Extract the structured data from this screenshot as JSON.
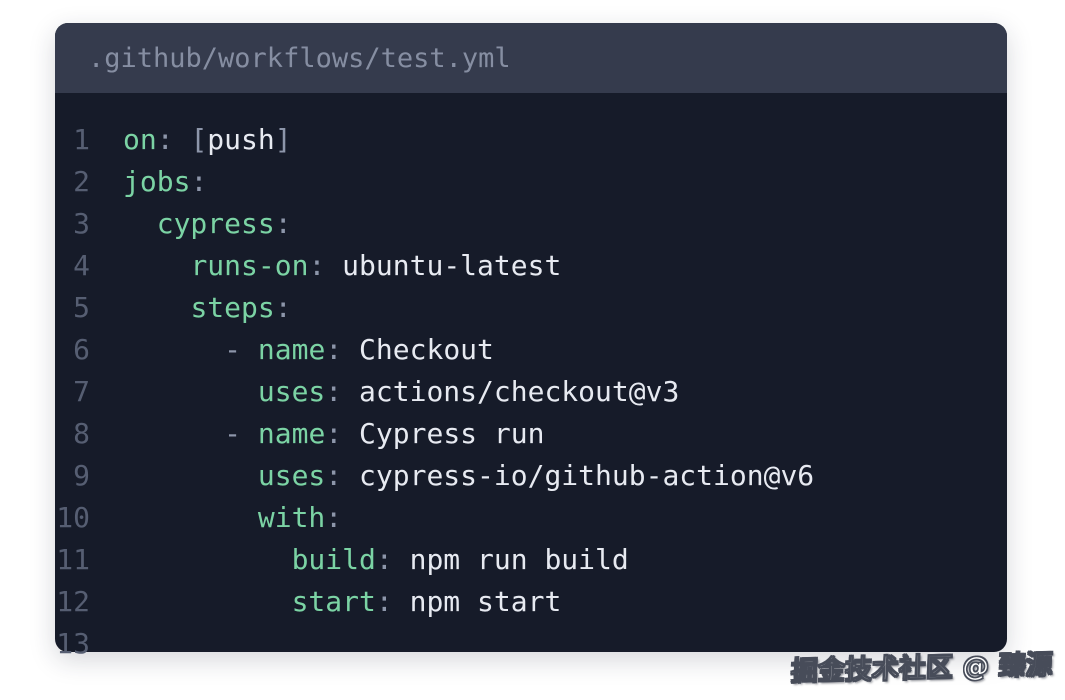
{
  "window": {
    "title": ".github/workflows/test.yml"
  },
  "colors": {
    "window_bg": "#161b29",
    "titlebar_bg": "#353b4d",
    "title_text": "#868ea2",
    "line_number": "#565e72",
    "key": "#7bd3a4",
    "punctuation": "#8d96aa",
    "value": "#e7eaf1",
    "page_bg": "#ffffff"
  },
  "code": {
    "language": "yaml",
    "lines": [
      {
        "number": "1",
        "segments": [
          {
            "type": "key",
            "text": "on"
          },
          {
            "type": "punc",
            "text": ": "
          },
          {
            "type": "punc",
            "text": "["
          },
          {
            "type": "val",
            "text": "push"
          },
          {
            "type": "punc",
            "text": "]"
          }
        ]
      },
      {
        "number": "2",
        "segments": [
          {
            "type": "key",
            "text": "jobs"
          },
          {
            "type": "punc",
            "text": ":"
          }
        ]
      },
      {
        "number": "3",
        "segments": [
          {
            "type": "plain",
            "text": "  "
          },
          {
            "type": "key",
            "text": "cypress"
          },
          {
            "type": "punc",
            "text": ":"
          }
        ]
      },
      {
        "number": "4",
        "segments": [
          {
            "type": "plain",
            "text": "    "
          },
          {
            "type": "key",
            "text": "runs-on"
          },
          {
            "type": "punc",
            "text": ": "
          },
          {
            "type": "val",
            "text": "ubuntu-latest"
          }
        ]
      },
      {
        "number": "5",
        "segments": [
          {
            "type": "plain",
            "text": "    "
          },
          {
            "type": "key",
            "text": "steps"
          },
          {
            "type": "punc",
            "text": ":"
          }
        ]
      },
      {
        "number": "6",
        "segments": [
          {
            "type": "plain",
            "text": "      "
          },
          {
            "type": "punc",
            "text": "- "
          },
          {
            "type": "key",
            "text": "name"
          },
          {
            "type": "punc",
            "text": ": "
          },
          {
            "type": "val",
            "text": "Checkout"
          }
        ]
      },
      {
        "number": "7",
        "segments": [
          {
            "type": "plain",
            "text": "        "
          },
          {
            "type": "key",
            "text": "uses"
          },
          {
            "type": "punc",
            "text": ": "
          },
          {
            "type": "val",
            "text": "actions/checkout@v3"
          }
        ]
      },
      {
        "number": "8",
        "segments": [
          {
            "type": "plain",
            "text": "      "
          },
          {
            "type": "punc",
            "text": "- "
          },
          {
            "type": "key",
            "text": "name"
          },
          {
            "type": "punc",
            "text": ": "
          },
          {
            "type": "val",
            "text": "Cypress run"
          }
        ]
      },
      {
        "number": "9",
        "segments": [
          {
            "type": "plain",
            "text": "        "
          },
          {
            "type": "key",
            "text": "uses"
          },
          {
            "type": "punc",
            "text": ": "
          },
          {
            "type": "val",
            "text": "cypress-io/github-action@v6"
          }
        ]
      },
      {
        "number": "10",
        "segments": [
          {
            "type": "plain",
            "text": "        "
          },
          {
            "type": "key",
            "text": "with"
          },
          {
            "type": "punc",
            "text": ":"
          }
        ]
      },
      {
        "number": "11",
        "segments": [
          {
            "type": "plain",
            "text": "          "
          },
          {
            "type": "key",
            "text": "build"
          },
          {
            "type": "punc",
            "text": ": "
          },
          {
            "type": "val",
            "text": "npm run build"
          }
        ]
      },
      {
        "number": "12",
        "segments": [
          {
            "type": "plain",
            "text": "          "
          },
          {
            "type": "key",
            "text": "start"
          },
          {
            "type": "punc",
            "text": ": "
          },
          {
            "type": "val",
            "text": "npm start"
          }
        ]
      },
      {
        "number": "13",
        "segments": []
      }
    ]
  },
  "watermark": {
    "text": "掘金技术社区 @ 臻源"
  }
}
